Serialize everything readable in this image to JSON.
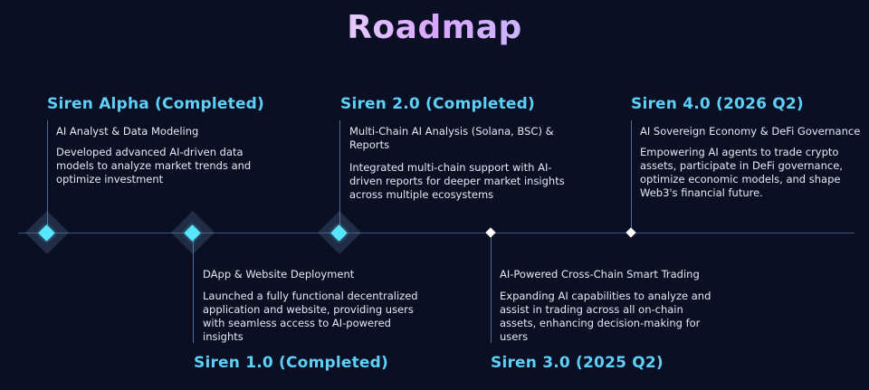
{
  "title": "Roadmap",
  "milestones": [
    {
      "title": "Siren Alpha (Completed)",
      "subtitle": "AI Analyst & Data Modeling",
      "description": "Developed advanced AI-driven data\nmodels to analyze market trends and\noptimize investment"
    },
    {
      "title": "Siren 1.0 (Completed)",
      "subtitle": "DApp & Website Deployment",
      "description": "Launched a fully functional decentralized\napplication and website, providing users\nwith seamless access to AI-powered\ninsights"
    },
    {
      "title": "Siren 2.0 (Completed)",
      "subtitle": "Multi-Chain AI Analysis (Solana, BSC) &\nReports",
      "description": "Integrated multi-chain support with AI-\ndriven reports for deeper market insights\nacross multiple ecosystems"
    },
    {
      "title": "Siren 3.0 (2025 Q2)",
      "subtitle": "AI-Powered Cross-Chain Smart Trading",
      "description": "Expanding AI capabilities to analyze and\nassist in trading across all on-chain\nassets, enhancing decision-making for\nusers"
    },
    {
      "title": "Siren 4.0 (2026 Q2)",
      "subtitle": "AI Sovereign Economy & DeFi Governance",
      "description": "Empowering AI agents to trade crypto\nassets, participate in DeFi governance,\noptimize economic models, and shape\nWeb3's financial future."
    }
  ]
}
